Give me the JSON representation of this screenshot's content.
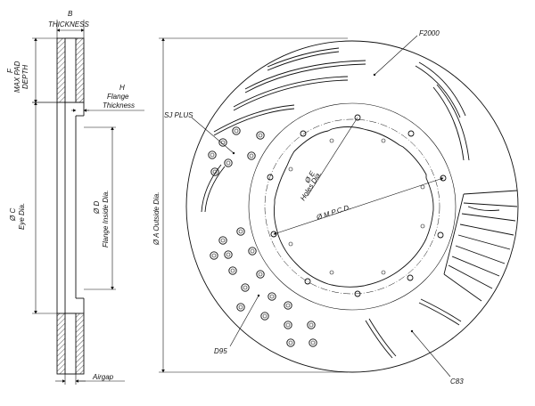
{
  "side_view": {
    "thickness": {
      "letter": "B",
      "text": "THICKNESS"
    },
    "max_pad_depth": {
      "letter": "F",
      "line1": "MAX PAD",
      "line2": "DEPTH"
    },
    "flange_thickness": {
      "letter": "H",
      "line1": "Flange",
      "line2": "Thickness"
    },
    "eye_dia": {
      "letter": "Ø C",
      "text": "Eye Dia."
    },
    "flange_inside_dia": {
      "letter": "Ø D",
      "text": "Flange Inside Dia."
    },
    "airgap": "Airgap"
  },
  "front_view": {
    "outside_dia": "Ø A Outside Dia.",
    "holes_dia": {
      "letter": "Ø E",
      "text": "Holes Dia."
    },
    "pcd": "Ø M  P.C.D.",
    "callouts": {
      "f2000": "F2000",
      "sj_plus": "SJ PLUS",
      "d95": "D95",
      "c83": "C83"
    }
  }
}
